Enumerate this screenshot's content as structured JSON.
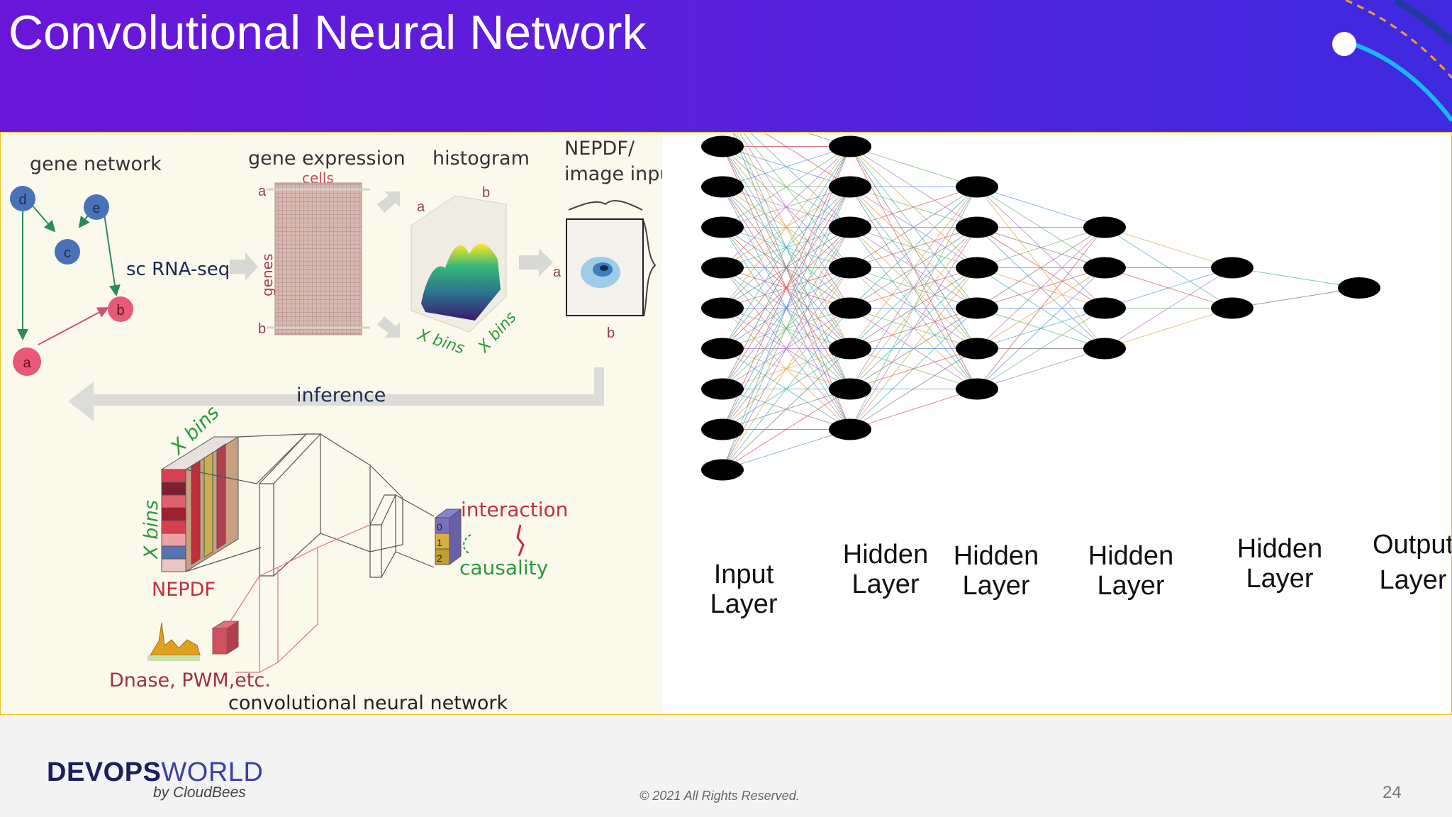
{
  "slide": {
    "title": "Convolutional Neural Network",
    "page_number": "24",
    "copyright": "© 2021 All Rights Reserved.",
    "brand": {
      "strong": "DEVOPS",
      "light": "WORLD",
      "sub": "by CloudBees"
    }
  },
  "left_diagram": {
    "gene_network": "gene network",
    "nodes": [
      "d",
      "e",
      "c",
      "b",
      "a"
    ],
    "sc_rna_seq": "sc RNA-seq",
    "gene_expression": "gene expression",
    "cells": "cells",
    "genes": "genes",
    "row_a": "a",
    "row_b": "b",
    "histogram": "histogram",
    "hist_a": "a",
    "hist_b": "b",
    "xbins": "X bins",
    "nepdf_title_1": "NEPDF/",
    "nepdf_title_2": "image input",
    "nepdf_a": "a",
    "nepdf_b": "b",
    "inference": "inference",
    "nepdf": "NEPDF",
    "interaction": "interaction",
    "causality": "causality",
    "out_labels": [
      "0",
      "1",
      "2"
    ],
    "dnase": "Dnase, PWM,etc.",
    "cnn": "convolutional neural network"
  },
  "network": {
    "layers": [
      {
        "label_1": "Input",
        "label_2": "Layer",
        "nodes": 10
      },
      {
        "label_1": "Hidden",
        "label_2": "Layer",
        "nodes": 8
      },
      {
        "label_1": "Hidden",
        "label_2": "Layer",
        "nodes": 6
      },
      {
        "label_1": "Hidden",
        "label_2": "Layer",
        "nodes": 4
      },
      {
        "label_1": "Hidden",
        "label_2": "Layer",
        "nodes": 2
      },
      {
        "label_1": "Output",
        "label_2": "Layer",
        "nodes": 1
      }
    ],
    "edge_colors": [
      "#7a7a7a",
      "#d05050",
      "#5a8fd6",
      "#66b366",
      "#b070c0",
      "#d8a040",
      "#40b0b0"
    ]
  }
}
